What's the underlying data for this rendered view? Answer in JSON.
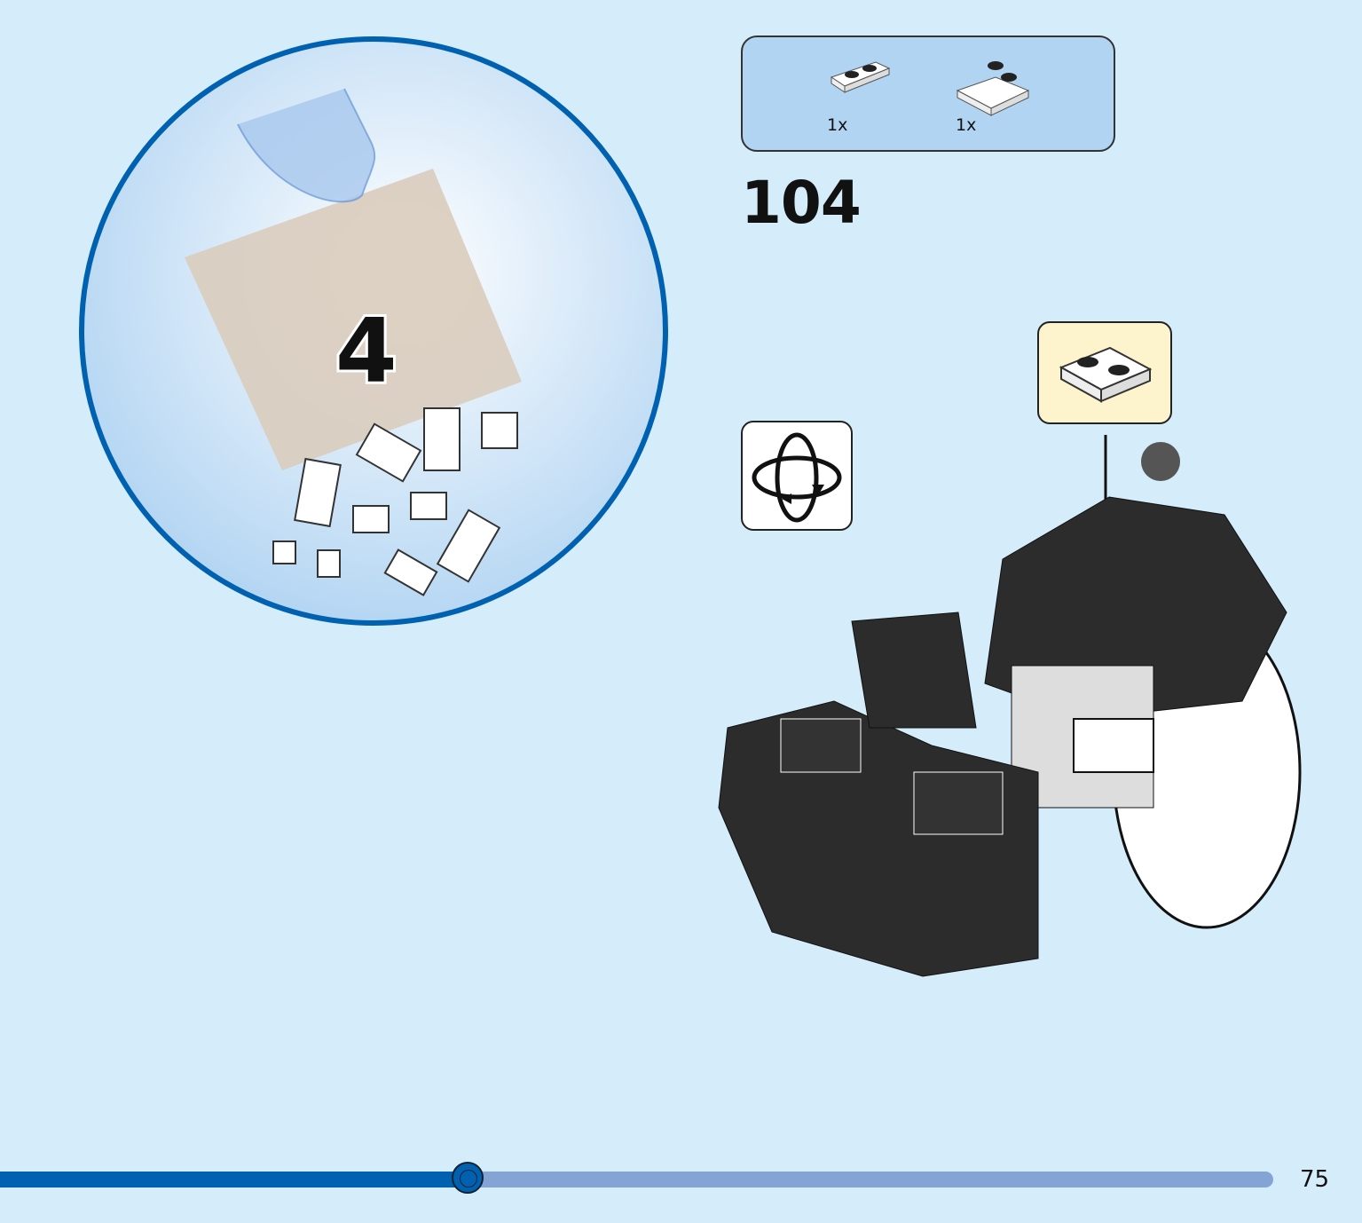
{
  "bag": {
    "number": "4"
  },
  "parts_list": [
    {
      "name": "plate-1x2",
      "quantity": "1x"
    },
    {
      "name": "slope-curved-2x2-with-studs",
      "quantity": "1x"
    }
  ],
  "step": {
    "number": "104"
  },
  "icons": {
    "rotate": "rotate-model-icon",
    "callout": "plate-1x2-callout"
  },
  "progress": {
    "fraction": 0.367
  },
  "colors": {
    "background": "#d5ecfb",
    "accent": "#0061b1",
    "track": "#84a4d6"
  },
  "footer": {
    "page_number": "75"
  }
}
